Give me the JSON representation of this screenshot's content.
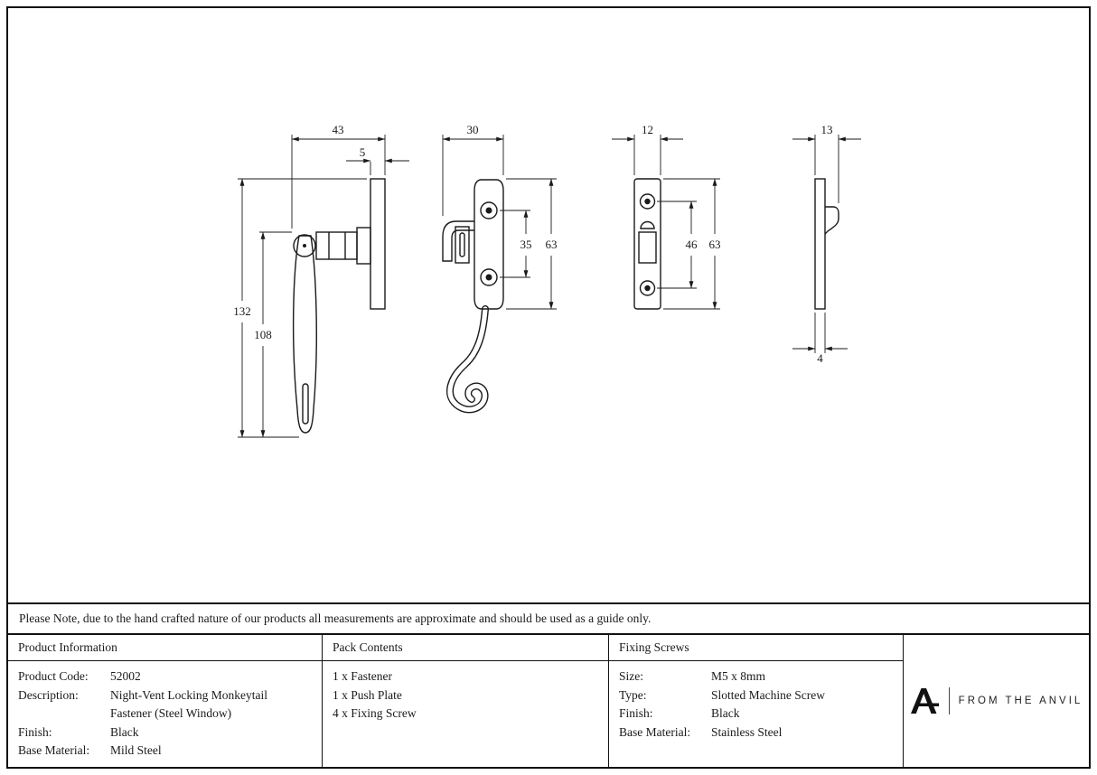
{
  "note": "Please Note, due to the hand crafted nature of our products all measurements are approximate and should be used as a guide only.",
  "dimensions": {
    "fastener_side": {
      "width": "43",
      "plate_thickness": "5",
      "overall_length": "132",
      "handle_length": "108"
    },
    "fastener_front": {
      "width": "30",
      "hole_spacing": "35",
      "plate_length": "63"
    },
    "keep_front": {
      "width": "12",
      "hole_spacing": "46",
      "plate_length": "63"
    },
    "keep_side": {
      "width": "13",
      "thickness": "4"
    }
  },
  "table": {
    "product_information": {
      "header": "Product Information",
      "rows": [
        {
          "label": "Product Code:",
          "value": "52002"
        },
        {
          "label": "Description:",
          "value": "Night-Vent Locking Monkeytail Fastener (Steel Window)"
        },
        {
          "label": "Finish:",
          "value": "Black"
        },
        {
          "label": "Base Material:",
          "value": "Mild Steel"
        }
      ]
    },
    "pack_contents": {
      "header": "Pack Contents",
      "items": [
        "1 x Fastener",
        "1 x Push Plate",
        "4 x Fixing Screw"
      ]
    },
    "fixing_screws": {
      "header": "Fixing Screws",
      "rows": [
        {
          "label": "Size:",
          "value": "M5 x 8mm"
        },
        {
          "label": "Type:",
          "value": "Slotted Machine Screw"
        },
        {
          "label": "Finish:",
          "value": "Black"
        },
        {
          "label": "Base Material:",
          "value": "Stainless Steel"
        }
      ]
    }
  },
  "brand": {
    "name": "FROM THE ANVIL"
  },
  "colors": {
    "ink": "#1a1a1a"
  }
}
